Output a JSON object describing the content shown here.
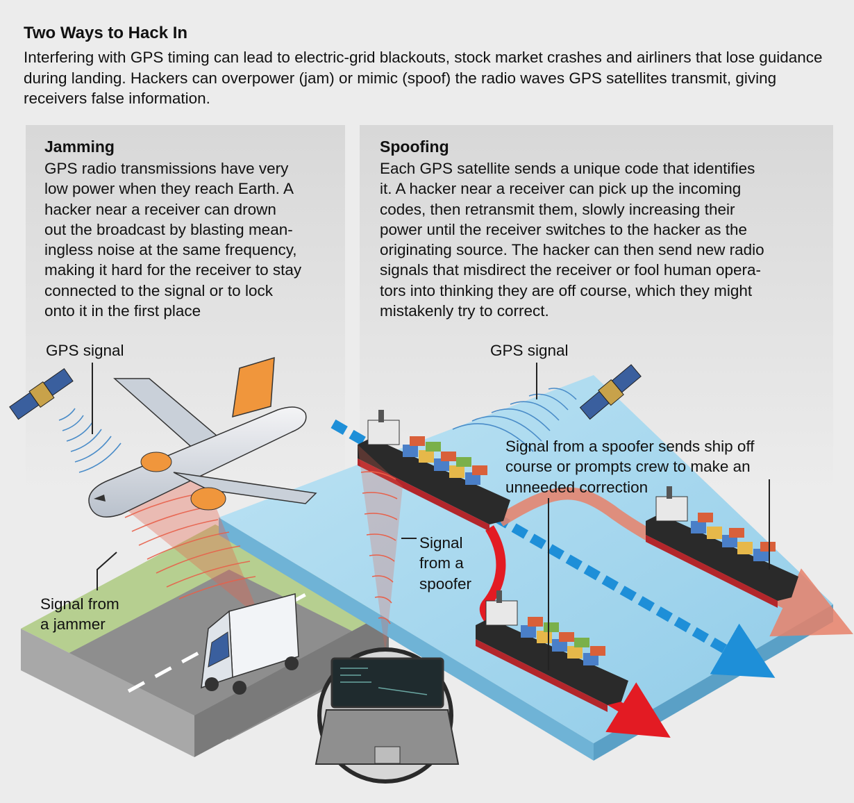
{
  "header": {
    "title": "Two Ways to Hack In",
    "intro": "Interfering with GPS timing can lead to electric-grid blackouts, stock market crashes and airliners that lose guidance during landing. Hackers can overpower (jam) or mimic (spoof) the radio waves GPS satellites transmit, giving receivers false information."
  },
  "jamming": {
    "title": "Jamming",
    "lines": [
      "GPS radio transmissions have very",
      "low power when they reach Earth. A",
      "hacker near a receiver can drown",
      "out the broadcast by blasting mean-",
      "ingless noise at the same frequency,",
      "making it hard for the receiver to stay",
      "connected to the signal or to lock",
      "onto it in the first place"
    ]
  },
  "spoofing": {
    "title": "Spoofing",
    "lines": [
      "Each GPS satellite sends a unique code that identifies",
      "it. A hacker near a receiver can pick up the incoming",
      "codes, then retransmit them, slowly increasing their",
      "power until the receiver switches to the hacker as the",
      "originating source. The hacker can then send new radio",
      "signals that misdirect the receiver or fool human opera-",
      "tors into thinking they are off course, which they might",
      "mistakenly try to correct."
    ]
  },
  "labels": {
    "gps_signal_left": "GPS signal",
    "gps_signal_right": "GPS signal",
    "jammer_line1": "Signal from",
    "jammer_line2": "a jammer",
    "spoofer_line1": "Signal",
    "spoofer_line2": "from a",
    "spoofer_line3": "spoofer",
    "ship_line1": "Signal from a spoofer sends ship off",
    "ship_line2": "course or prompts crew to make an",
    "ship_line3": "unneeded correction"
  },
  "colors": {
    "jam_signal": "#e8604a",
    "gps_signal": "#4a8cc8",
    "water": "#a9d8ee",
    "grass": "#b6cf90",
    "road": "#8a8a8a",
    "spoof_path": "#e31b23",
    "true_path": "#1e8fd8",
    "alt_path": "#e8826a",
    "plane_tail": "#f0963c"
  }
}
